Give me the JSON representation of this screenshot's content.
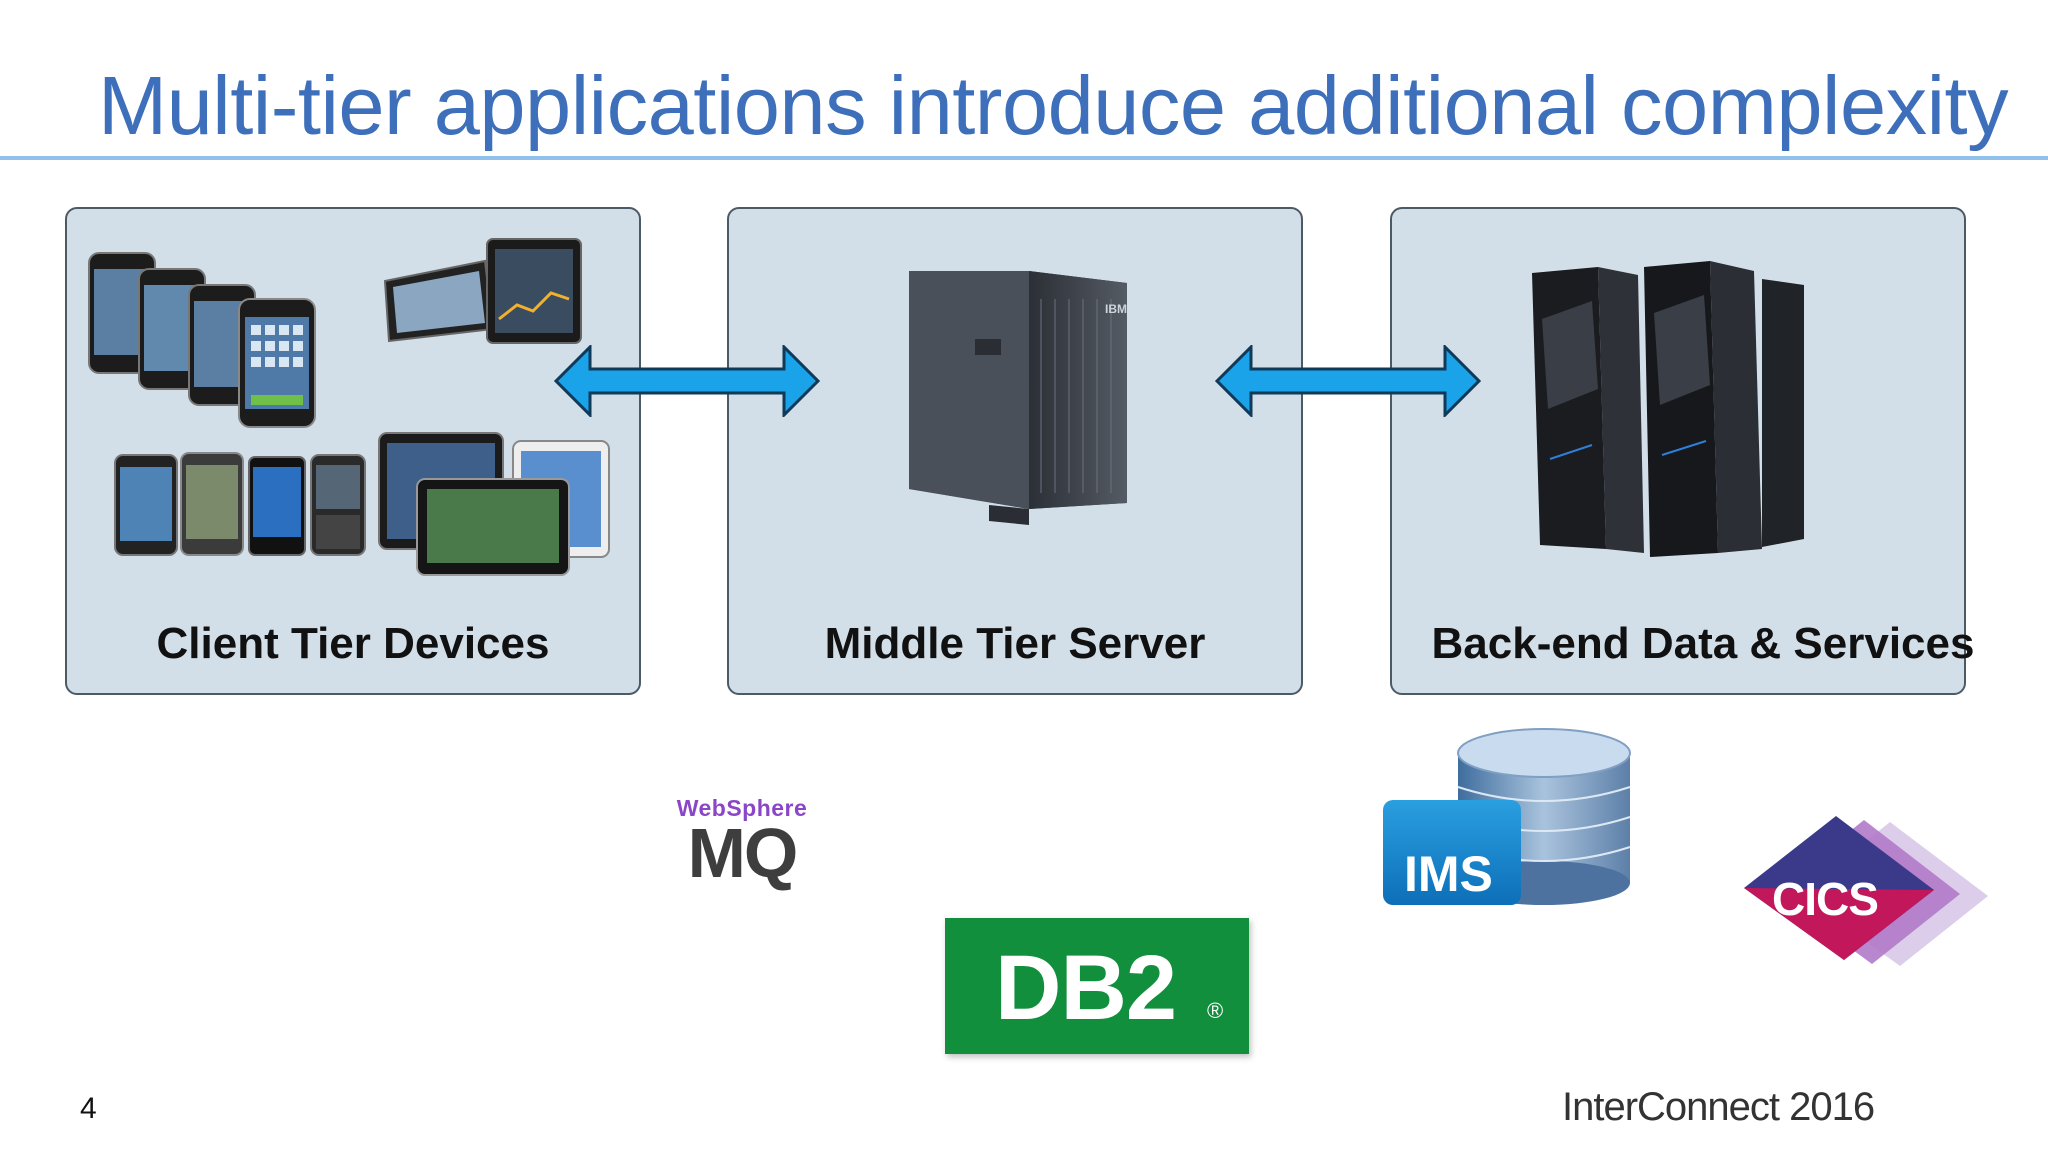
{
  "slide": {
    "title": "Multi-tier applications introduce additional complexity",
    "page_number": "4",
    "footer_brand": "InterConnect 2016"
  },
  "tiers": [
    {
      "label": "Client Tier Devices",
      "image": "mobile-devices"
    },
    {
      "label": "Middle Tier Server",
      "image": "tower-server"
    },
    {
      "label": "Back-end Data & Services",
      "image": "mainframe"
    }
  ],
  "arrows": [
    {
      "from": "Client Tier Devices",
      "to": "Middle Tier Server",
      "direction": "bidirectional"
    },
    {
      "from": "Middle Tier Server",
      "to": "Back-end Data & Services",
      "direction": "bidirectional"
    }
  ],
  "logos": {
    "websphere_mq": {
      "top": "WebSphere",
      "bottom": "MQ"
    },
    "db2": {
      "text": "DB2",
      "mark": "®"
    },
    "ims": {
      "text": "IMS"
    },
    "cics": {
      "text": "CICS"
    }
  },
  "colors": {
    "title": "#3d6fba",
    "rule": "#8fc1ea",
    "panel_fill": "#d3dfe8",
    "panel_border": "#4c5a66",
    "arrow": "#1ba3ea",
    "db2_green": "#118f3c",
    "ims_blue": "#1583cc",
    "websphere_purple": "#8b46c8"
  }
}
